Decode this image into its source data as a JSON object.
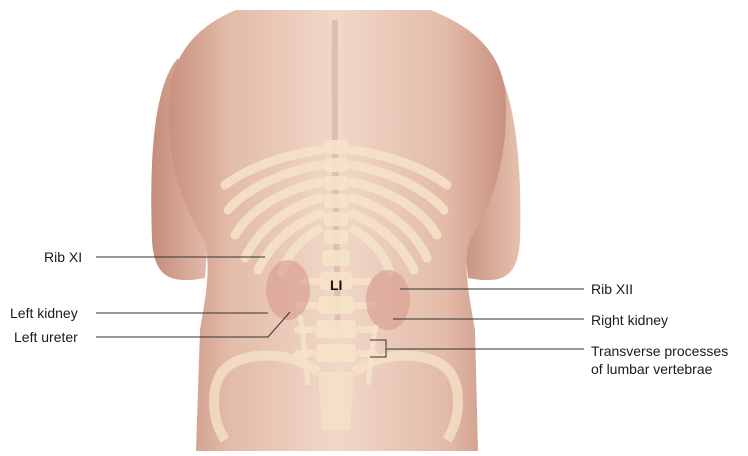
{
  "labels": {
    "rib_xi": "Rib XI",
    "left_kidney": "Left kidney",
    "left_ureter": "Left ureter",
    "rib_xii": "Rib XII",
    "right_kidney": "Right kidney",
    "transverse_processes_line1": "Transverse processes",
    "transverse_processes_line2": "of lumbar vertebrae",
    "vertebra_l1": "LI"
  },
  "colors": {
    "skin_light": "#eed3c4",
    "skin_mid": "#deb1a0",
    "skin_shadow": "#c98f7f",
    "bone": "#f6e4c9",
    "kidney": "#d79a8c",
    "leader_line": "#333333"
  }
}
